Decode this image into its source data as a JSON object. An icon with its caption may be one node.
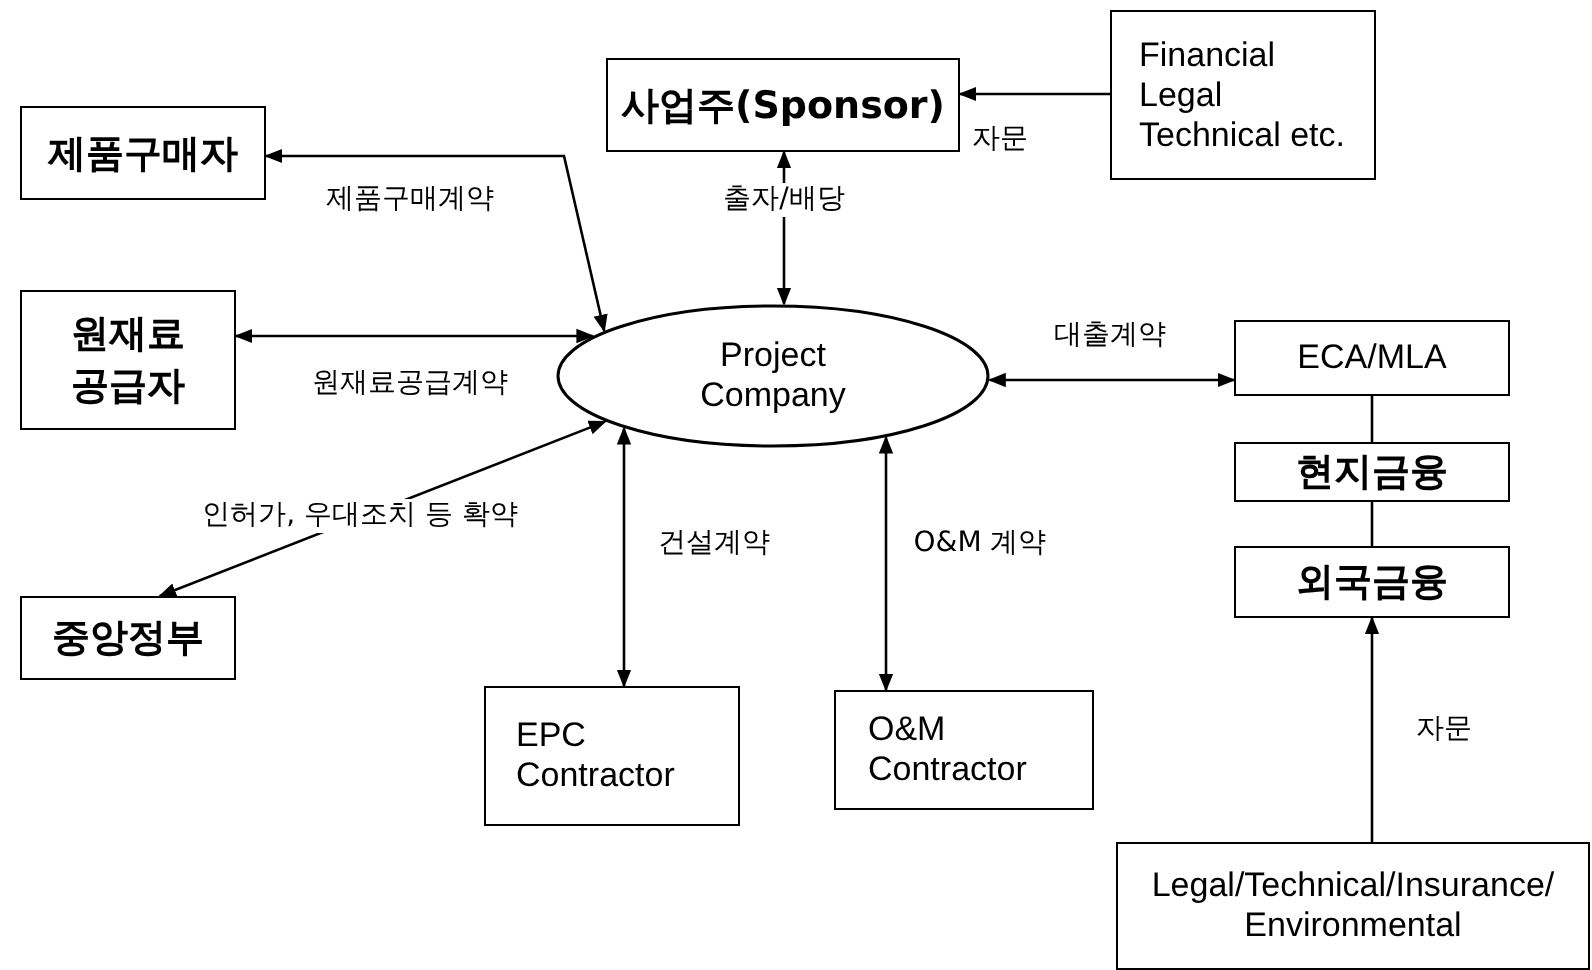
{
  "diagram": {
    "nodes": [
      {
        "text": [
          "사업주(Sponsor)"
        ]
      },
      {
        "text": [
          "Financial Legal Technical etc."
        ]
      },
      {
        "text": [
          "제품구매자"
        ]
      },
      {
        "text": [
          "원재료 공급자"
        ]
      },
      {
        "text": [
          "Project Company"
        ]
      },
      {
        "text": [
          "ECA/MLA"
        ]
      },
      {
        "text": [
          "현지금융"
        ]
      },
      {
        "text": [
          "외국금융"
        ]
      },
      {
        "text": [
          "중앙정부"
        ]
      },
      {
        "text": [
          "EPC Contractor"
        ]
      },
      {
        "text": [
          "O&M Contractor"
        ]
      },
      {
        "text": [
          "Legal/Technical/Insurance/ Environmental"
        ]
      }
    ],
    "edges": [
      {
        "from": 1,
        "to": 0,
        "arrow": "to",
        "label": "자문"
      },
      {
        "from": 4,
        "to": 0,
        "arrow": "both",
        "label": "출자/배당"
      },
      {
        "from": 4,
        "to": 2,
        "arrow": "both",
        "label": "제품구매계약"
      },
      {
        "from": 3,
        "to": 4,
        "arrow": "both",
        "label": "원재료공급계약"
      },
      {
        "from": 4,
        "to": 8,
        "arrow": "both",
        "label": "인허가, 우대조치 등 확약"
      },
      {
        "from": 4,
        "to": 9,
        "arrow": "both",
        "label": "건설계약"
      },
      {
        "from": 4,
        "to": 10,
        "arrow": "both",
        "label": "O&M 계약"
      },
      {
        "from": 4,
        "to": 5,
        "arrow": "both",
        "label": "대출계약"
      },
      {
        "from": 5,
        "to": 6,
        "arrow": "none"
      },
      {
        "from": 6,
        "to": 7,
        "arrow": "none"
      },
      {
        "from": 11,
        "to": 7,
        "arrow": "to",
        "label": "자문"
      }
    ]
  }
}
